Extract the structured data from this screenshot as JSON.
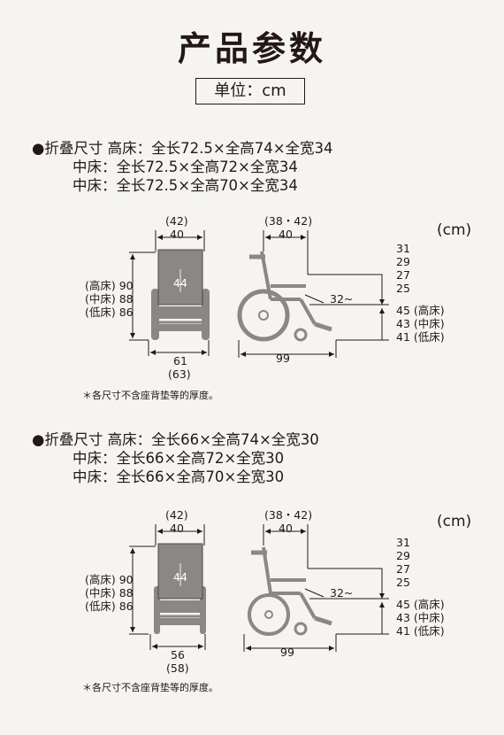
{
  "title": "产品参数",
  "unit": "单位：cm",
  "sections": [
    {
      "spec": {
        "line1": "●折叠尺寸 高床：全长72.5×全高74×全宽34",
        "line2": "中床：全长72.5×全高72×全宽34",
        "line3": "中床：全长72.5×全高70×全宽34"
      },
      "unit_cm": "(cm)",
      "front": {
        "width_alt": "(42)",
        "width": "40",
        "seat_depth": "44",
        "h_high": "(高床) 90",
        "h_mid": "(中床) 88",
        "h_low": "(低床) 86",
        "base_width": "61",
        "base_width_alt": "(63)"
      },
      "side": {
        "depth_alt": "(38・42)",
        "depth": "40",
        "angle": "32~",
        "length": "99",
        "h1": "31",
        "h2": "29",
        "h3": "27",
        "h4": "25",
        "s_high": "45 (高床)",
        "s_mid": "43 (中床)",
        "s_low": "41 (低床)"
      },
      "note": "＊各尺寸不含座背垫等的厚度。"
    },
    {
      "spec": {
        "line1": "●折叠尺寸 高床：全长66×全高74×全宽30",
        "line2": "中床：全长66×全高72×全宽30",
        "line3": "中床：全长66×全高70×全宽30"
      },
      "unit_cm": "(cm)",
      "front": {
        "width_alt": "(42)",
        "width": "40",
        "seat_depth": "44",
        "h_high": "(高床) 90",
        "h_mid": "(中床) 88",
        "h_low": "(低床) 86",
        "base_width": "56",
        "base_width_alt": "(58)"
      },
      "side": {
        "depth_alt": "(38・42)",
        "depth": "40",
        "angle": "32~",
        "length": "99",
        "h1": "31",
        "h2": "29",
        "h3": "27",
        "h4": "25",
        "s_high": "45 (高床)",
        "s_mid": "43 (中床)",
        "s_low": "41 (低床)"
      },
      "note": "＊各尺寸不含座背垫等的厚度。"
    }
  ],
  "colors": {
    "wheelchair": "#8a8785",
    "line": "#231815",
    "background": "#f5f4f2"
  }
}
